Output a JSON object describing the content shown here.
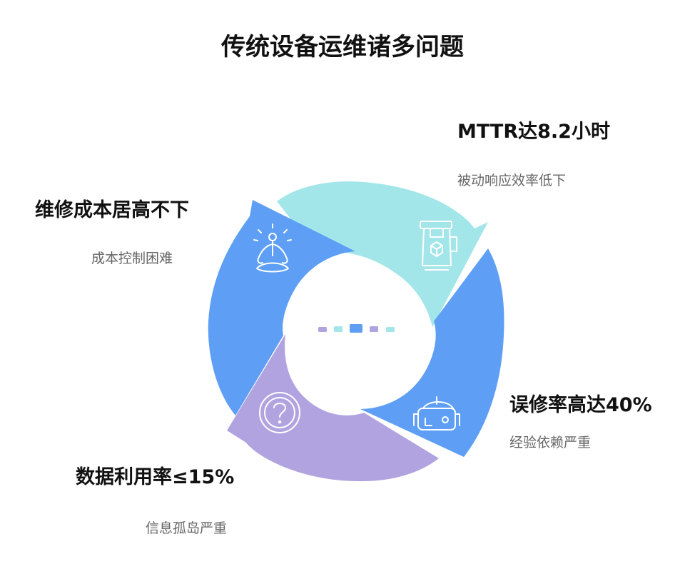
{
  "title": "传统设备运维诸多问题",
  "segments": [
    {
      "id": "top",
      "label": "MTTR达8.2小时",
      "sub": "被动响应效率低下",
      "color": "#a3e6ea",
      "icon": "appliance-icon"
    },
    {
      "id": "right",
      "label": "误修率高达40%",
      "sub": "经验依赖严重",
      "color": "#5e9ff5",
      "icon": "vr-headset-icon"
    },
    {
      "id": "bottom",
      "label": "数据利用率≤15%",
      "sub": "信息孤岛严重",
      "color": "#b1a3e0",
      "icon": "question-icon"
    },
    {
      "id": "left",
      "label": "维修成本居高不下",
      "sub": "成本控制困难",
      "color": "#5e9ff5",
      "icon": "meditation-icon"
    }
  ],
  "center_dots": [
    "#b1a3e0",
    "#a3e6ea",
    "#5e9ff5",
    "#b1a3e0",
    "#a3e6ea"
  ]
}
